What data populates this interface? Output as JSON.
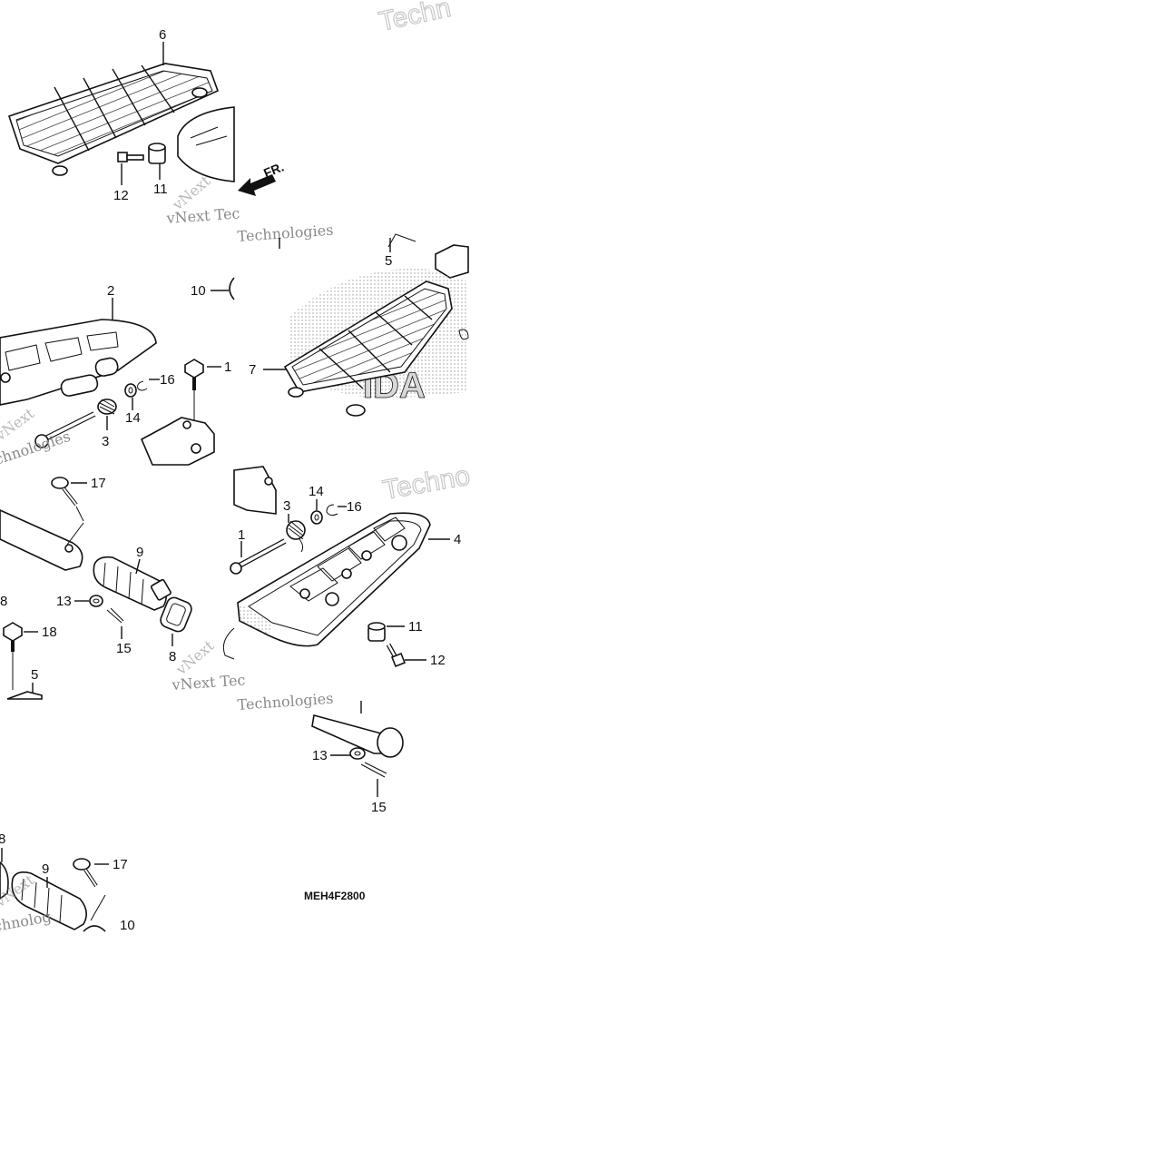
{
  "diagram": {
    "code": "MEH4F2800",
    "fr_label": "FR.",
    "watermarks": {
      "vnext": "vNext",
      "vnext_tec": "vNext Tec",
      "technologies": "Technologies",
      "techno": "Techno",
      "techn": "Techn",
      "chnologies": "chnologies",
      "chnolog": "chnolog"
    },
    "callouts": [
      "1",
      "2",
      "3",
      "4",
      "5",
      "6",
      "7",
      "8",
      "9",
      "10",
      "11",
      "12",
      "13",
      "14",
      "15",
      "16",
      "17",
      "18"
    ]
  }
}
